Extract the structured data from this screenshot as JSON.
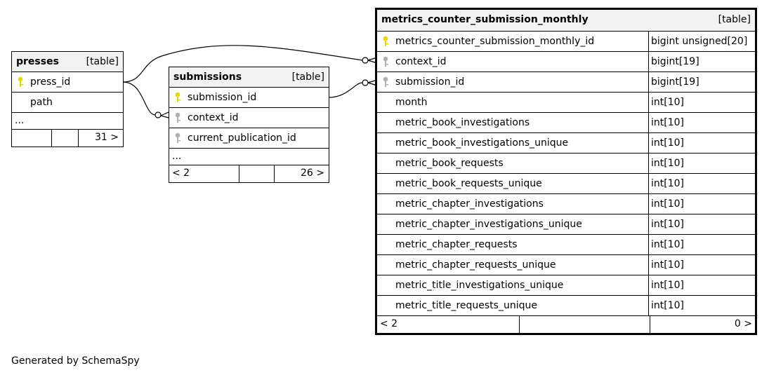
{
  "tables": {
    "presses": {
      "name": "presses",
      "kind": "[table]",
      "columns": [
        {
          "name": "press_id",
          "key": "primary"
        },
        {
          "name": "path",
          "key": "none"
        }
      ],
      "ellipsis": "...",
      "footer": {
        "left": "",
        "right": "31 >"
      }
    },
    "submissions": {
      "name": "submissions",
      "kind": "[table]",
      "columns": [
        {
          "name": "submission_id",
          "key": "primary"
        },
        {
          "name": "context_id",
          "key": "foreign"
        },
        {
          "name": "current_publication_id",
          "key": "foreign"
        }
      ],
      "ellipsis": "...",
      "footer": {
        "left": "< 2",
        "right": "26 >"
      }
    },
    "metrics": {
      "name": "metrics_counter_submission_monthly",
      "kind": "[table]",
      "columns": [
        {
          "name": "metrics_counter_submission_monthly_id",
          "type": "bigint unsigned[20]",
          "key": "primary"
        },
        {
          "name": "context_id",
          "type": "bigint[19]",
          "key": "foreign"
        },
        {
          "name": "submission_id",
          "type": "bigint[19]",
          "key": "foreign"
        },
        {
          "name": "month",
          "type": "int[10]",
          "key": "none"
        },
        {
          "name": "metric_book_investigations",
          "type": "int[10]",
          "key": "none"
        },
        {
          "name": "metric_book_investigations_unique",
          "type": "int[10]",
          "key": "none"
        },
        {
          "name": "metric_book_requests",
          "type": "int[10]",
          "key": "none"
        },
        {
          "name": "metric_book_requests_unique",
          "type": "int[10]",
          "key": "none"
        },
        {
          "name": "metric_chapter_investigations",
          "type": "int[10]",
          "key": "none"
        },
        {
          "name": "metric_chapter_investigations_unique",
          "type": "int[10]",
          "key": "none"
        },
        {
          "name": "metric_chapter_requests",
          "type": "int[10]",
          "key": "none"
        },
        {
          "name": "metric_chapter_requests_unique",
          "type": "int[10]",
          "key": "none"
        },
        {
          "name": "metric_title_investigations_unique",
          "type": "int[10]",
          "key": "none"
        },
        {
          "name": "metric_title_requests_unique",
          "type": "int[10]",
          "key": "none"
        }
      ],
      "footer": {
        "left": "< 2",
        "right": "0 >"
      }
    }
  },
  "colors": {
    "primary_key": "#e6d800",
    "foreign_key": "#b0b0b0",
    "header_bg": "#f2f2f2"
  },
  "credit": "Generated by SchemaSpy"
}
